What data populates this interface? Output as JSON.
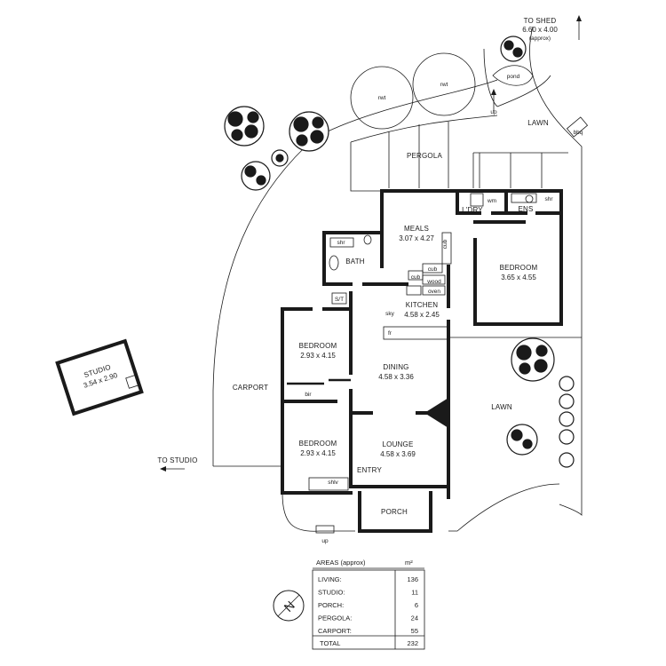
{
  "rooms": {
    "studio": {
      "label": "STUDIO",
      "dims": "3.54 x 2.90"
    },
    "to_shed": {
      "label": "TO SHED",
      "dims": "6.60 x 4.00",
      "note": "(approx)"
    },
    "pond": "pond",
    "rwt": "rwt",
    "bbq": "bbq",
    "pergola": "PERGOLA",
    "lawn": "LAWN",
    "meals": {
      "label": "MEALS",
      "dims": "3.07 x 4.27"
    },
    "ldry": "L'DRY",
    "wm": "wm",
    "ens": "ENS",
    "shr": "shr",
    "bath": "BATH",
    "cub": "cub",
    "wood": "wood",
    "oven": "oven",
    "kitchen": {
      "label": "KITCHEN",
      "dims": "4.58 x 2.45"
    },
    "sky": "sky",
    "fr": "fr",
    "st": "S/T",
    "bedroom_main": {
      "label": "BEDROOM",
      "dims": "3.65 x 4.55"
    },
    "bedroom_a": {
      "label": "BEDROOM",
      "dims": "2.93 x 4.15"
    },
    "bedroom_b": {
      "label": "BEDROOM",
      "dims": "2.93 x 4.15"
    },
    "bir": "bir",
    "dining": {
      "label": "DINING",
      "dims": "4.58 x 3.36"
    },
    "carport": "CARPORT",
    "lounge": {
      "label": "LOUNGE",
      "dims": "4.58 x 3.69"
    },
    "entry": "ENTRY",
    "shlv": "shlv",
    "porch": "PORCH",
    "to_studio": "TO STUDIO",
    "up": "up"
  },
  "areas": {
    "header": "AREAS (approx)",
    "unit": "m²",
    "rows": [
      {
        "label": "LIVING:",
        "value": "136"
      },
      {
        "label": "STUDIO:",
        "value": "11"
      },
      {
        "label": "PORCH:",
        "value": "6"
      },
      {
        "label": "PERGOLA:",
        "value": "24"
      },
      {
        "label": "CARPORT:",
        "value": "55"
      }
    ],
    "total_label": "TOTAL",
    "total_value": "232"
  },
  "compass": {
    "letter": "N"
  }
}
